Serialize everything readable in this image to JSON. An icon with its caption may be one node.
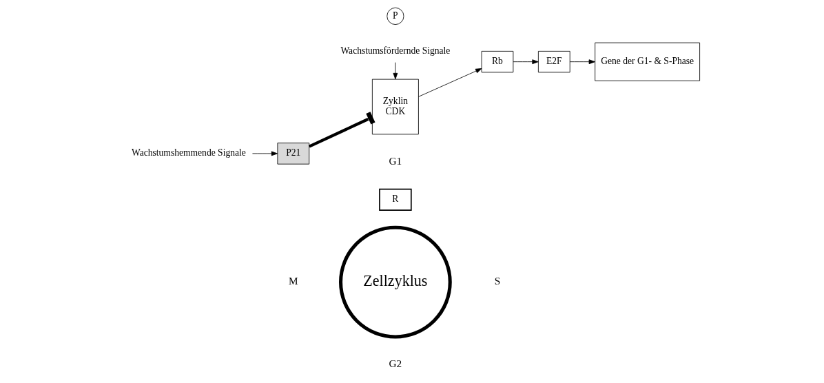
{
  "diagram": {
    "nodes": [
      {
        "text": [
          "Wachstumshemmende Signale"
        ]
      },
      {
        "text": [
          "P21"
        ]
      },
      {
        "text": [
          "Zyklin",
          "CDK"
        ]
      },
      {
        "text": [
          "Wachstumsfördernde Signale"
        ]
      },
      {
        "text": [
          "P"
        ]
      },
      {
        "text": [
          "Rb"
        ]
      },
      {
        "text": [
          "E2F"
        ]
      },
      {
        "text": [
          "Gene der G1- & S-Phase"
        ]
      },
      {
        "text": [
          "R"
        ]
      },
      {
        "text": [
          "Zellzyklus"
        ]
      }
    ],
    "edges": [
      {
        "from": 0,
        "to": 1,
        "arrow": "to"
      },
      {
        "from": 1,
        "to": 2,
        "arrow": "other",
        "style": "thick"
      },
      {
        "from": 3,
        "to": 2,
        "arrow": "to"
      },
      {
        "from": 2,
        "to": 5,
        "arrow": "to"
      },
      {
        "from": 5,
        "to": 6,
        "arrow": "to"
      },
      {
        "from": 6,
        "to": 7,
        "arrow": "to"
      }
    ],
    "labels": [
      "G1",
      "M",
      "S",
      "G2"
    ]
  }
}
